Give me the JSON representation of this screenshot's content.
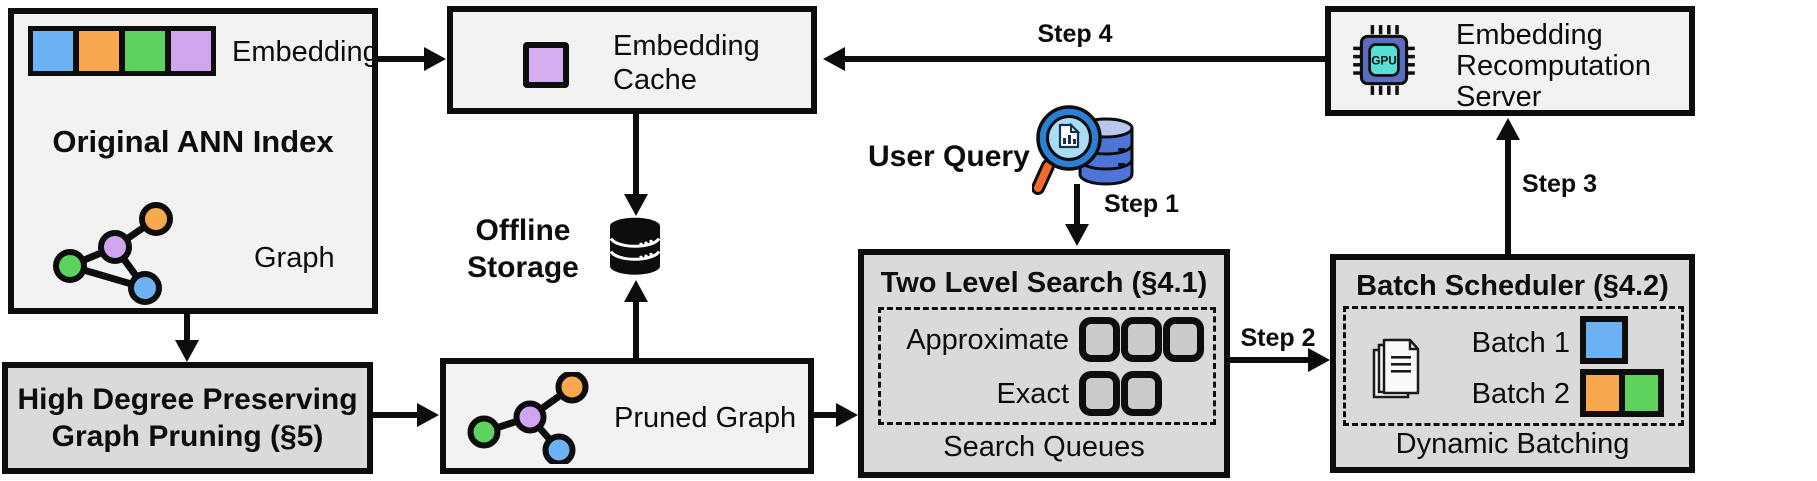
{
  "palette": {
    "blue": "#6cb3f6",
    "orange": "#f8a94e",
    "green": "#5dd35d",
    "purple": "#cfa5f0",
    "cache_purple": "#d5aef2",
    "light_box_bg": "#f2f2f2",
    "gray_box_bg": "#dadada",
    "queue_fill": "#cbcbcb",
    "line": "#0d0d0d",
    "gpu_chip": "#5b6dc0",
    "gpu_core": "#58e0d5",
    "magnifier_ring": "#2b7fd4",
    "magnifier_lens": "#aadcf5",
    "magnifier_handle": "#f26b2a",
    "db_blue": "#4f74d8",
    "db_blue_light": "#b9c7ea",
    "doc_fill": "#fafafa"
  },
  "original_index": {
    "embedding_label": "Embedding",
    "title": "Original ANN Index",
    "graph_label": "Graph"
  },
  "embedding_cache": {
    "lines": [
      "Embedding",
      "Cache"
    ]
  },
  "offline_storage": {
    "lines": [
      "Offline",
      "Storage"
    ]
  },
  "high_degree_pruning": {
    "lines": [
      "High Degree Preserving",
      "Graph Pruning (§5)"
    ]
  },
  "pruned_graph": {
    "label": "Pruned Graph"
  },
  "user_query": {
    "label": "User Query"
  },
  "two_level_search": {
    "title": "Two Level Search (§4.1)",
    "approximate_label": "Approximate",
    "exact_label": "Exact",
    "footer": "Search Queues"
  },
  "batch_scheduler": {
    "title": "Batch Scheduler (§4.2)",
    "batch1_label": "Batch 1",
    "batch2_label": "Batch 2",
    "footer": "Dynamic Batching"
  },
  "recomputation_server": {
    "lines": [
      "Embedding",
      "Recomputation",
      "Server"
    ],
    "chip_label": "GPU"
  },
  "steps": {
    "step1": "Step 1",
    "step2": "Step 2",
    "step3": "Step 3",
    "step4": "Step 4"
  }
}
